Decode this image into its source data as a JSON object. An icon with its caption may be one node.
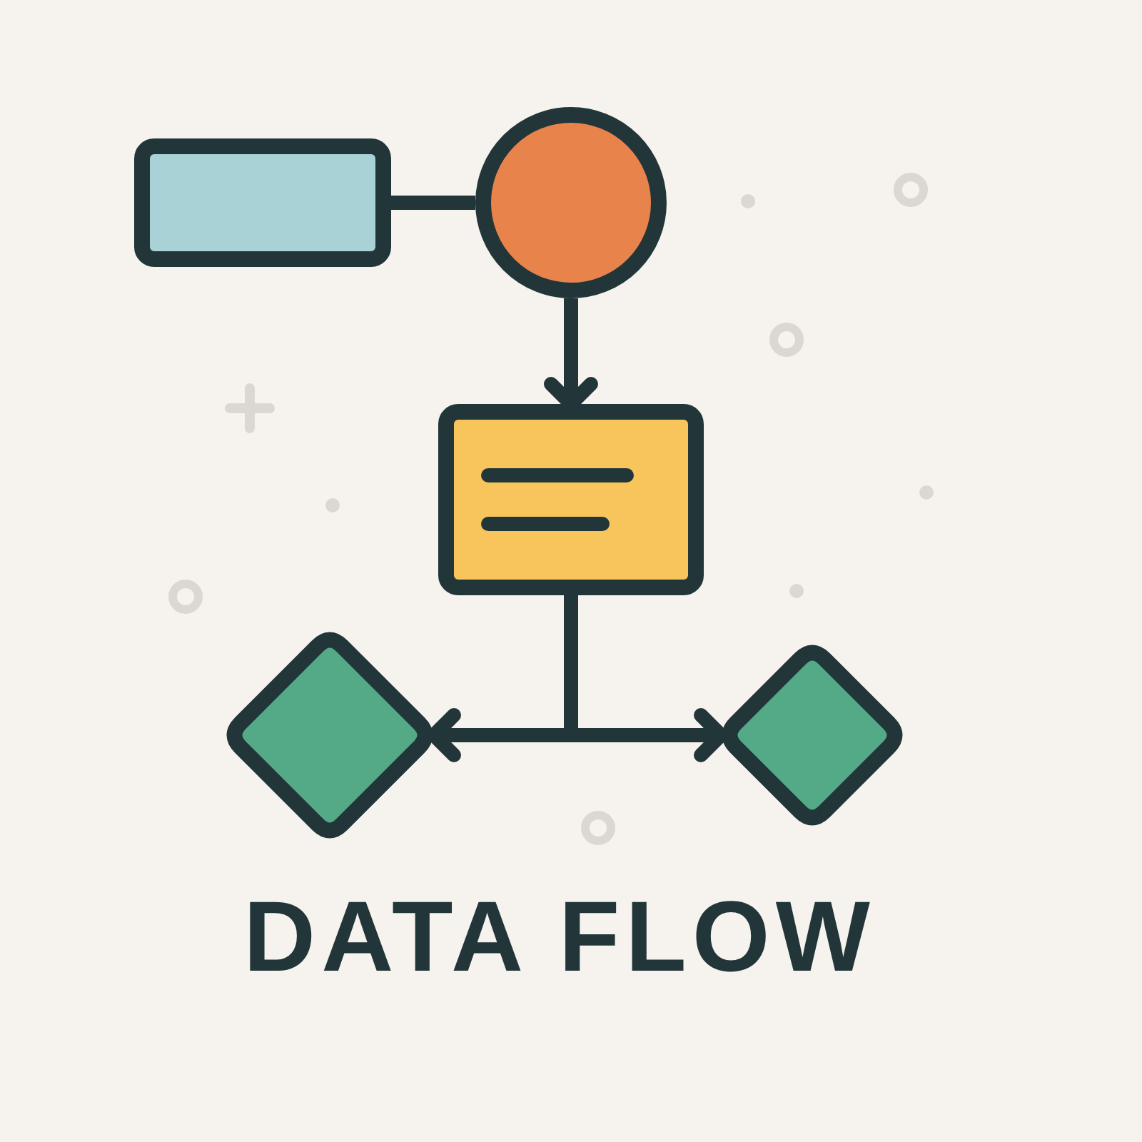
{
  "diagram": {
    "title": "DATA FLOW",
    "nodes": [
      {
        "text": [],
        "shape": "box"
      },
      {
        "text": [],
        "shape": "circle"
      },
      {
        "text": [],
        "shape": "box"
      },
      {
        "text": [],
        "shape": "diamond"
      },
      {
        "text": [],
        "shape": "diamond"
      }
    ],
    "edges": [
      {
        "from": 0,
        "to": 1,
        "arrow": "none"
      },
      {
        "from": 1,
        "to": 2,
        "arrow": "to"
      },
      {
        "from": 2,
        "to": 3,
        "arrow": "to"
      },
      {
        "from": 2,
        "to": 4,
        "arrow": "to"
      }
    ]
  }
}
